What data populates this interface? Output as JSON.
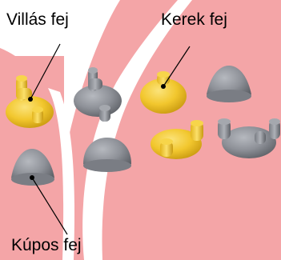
{
  "labels": {
    "villas": "Villás fej",
    "kerek": "Kerek fej",
    "kupos": "Kúpos fej"
  },
  "colors": {
    "background": "#ffffff",
    "band": "#f4a5a7",
    "white_stripe": "#ffffff",
    "yellow": "#f2c72e",
    "gray": "#8e9198"
  },
  "heads": [
    {
      "type": "villas",
      "color": "yellow"
    },
    {
      "type": "villas",
      "color": "gray"
    },
    {
      "type": "kerek",
      "color": "yellow"
    },
    {
      "type": "kupos",
      "color": "gray"
    },
    {
      "type": "kerek",
      "color": "gray"
    },
    {
      "type": "villas",
      "color": "yellow"
    },
    {
      "type": "villas",
      "color": "gray"
    },
    {
      "type": "kupos",
      "color": "gray"
    }
  ]
}
